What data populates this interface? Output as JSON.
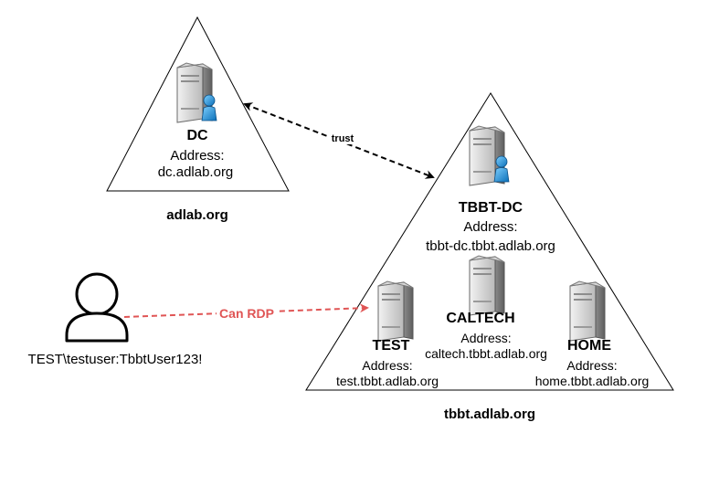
{
  "domains": {
    "left": {
      "label": "adlab.org"
    },
    "right": {
      "label": "tbbt.adlab.org"
    }
  },
  "nodes": {
    "dc": {
      "name": "DC",
      "address_label": "Address:",
      "address": "dc.adlab.org"
    },
    "tbbtdc": {
      "name": "TBBT-DC",
      "address_label": "Address:",
      "address": "tbbt-dc.tbbt.adlab.org"
    },
    "test": {
      "name": "TEST",
      "address_label": "Address:",
      "address": "test.tbbt.adlab.org"
    },
    "caltech": {
      "name": "CALTECH",
      "address_label": "Address:",
      "address": "caltech.tbbt.adlab.org"
    },
    "home": {
      "name": "HOME",
      "address_label": "Address:",
      "address": "home.tbbt.adlab.org"
    }
  },
  "edges": {
    "trust": {
      "label": "trust",
      "color": "#000000"
    },
    "rdp": {
      "label": "Can RDP",
      "color": "#e05555"
    }
  },
  "user": {
    "credential": "TEST\\testuser:TbbtUser123!"
  },
  "icons": {
    "server": "server-icon",
    "admin_server": "domain-controller-icon",
    "user": "user-icon"
  }
}
